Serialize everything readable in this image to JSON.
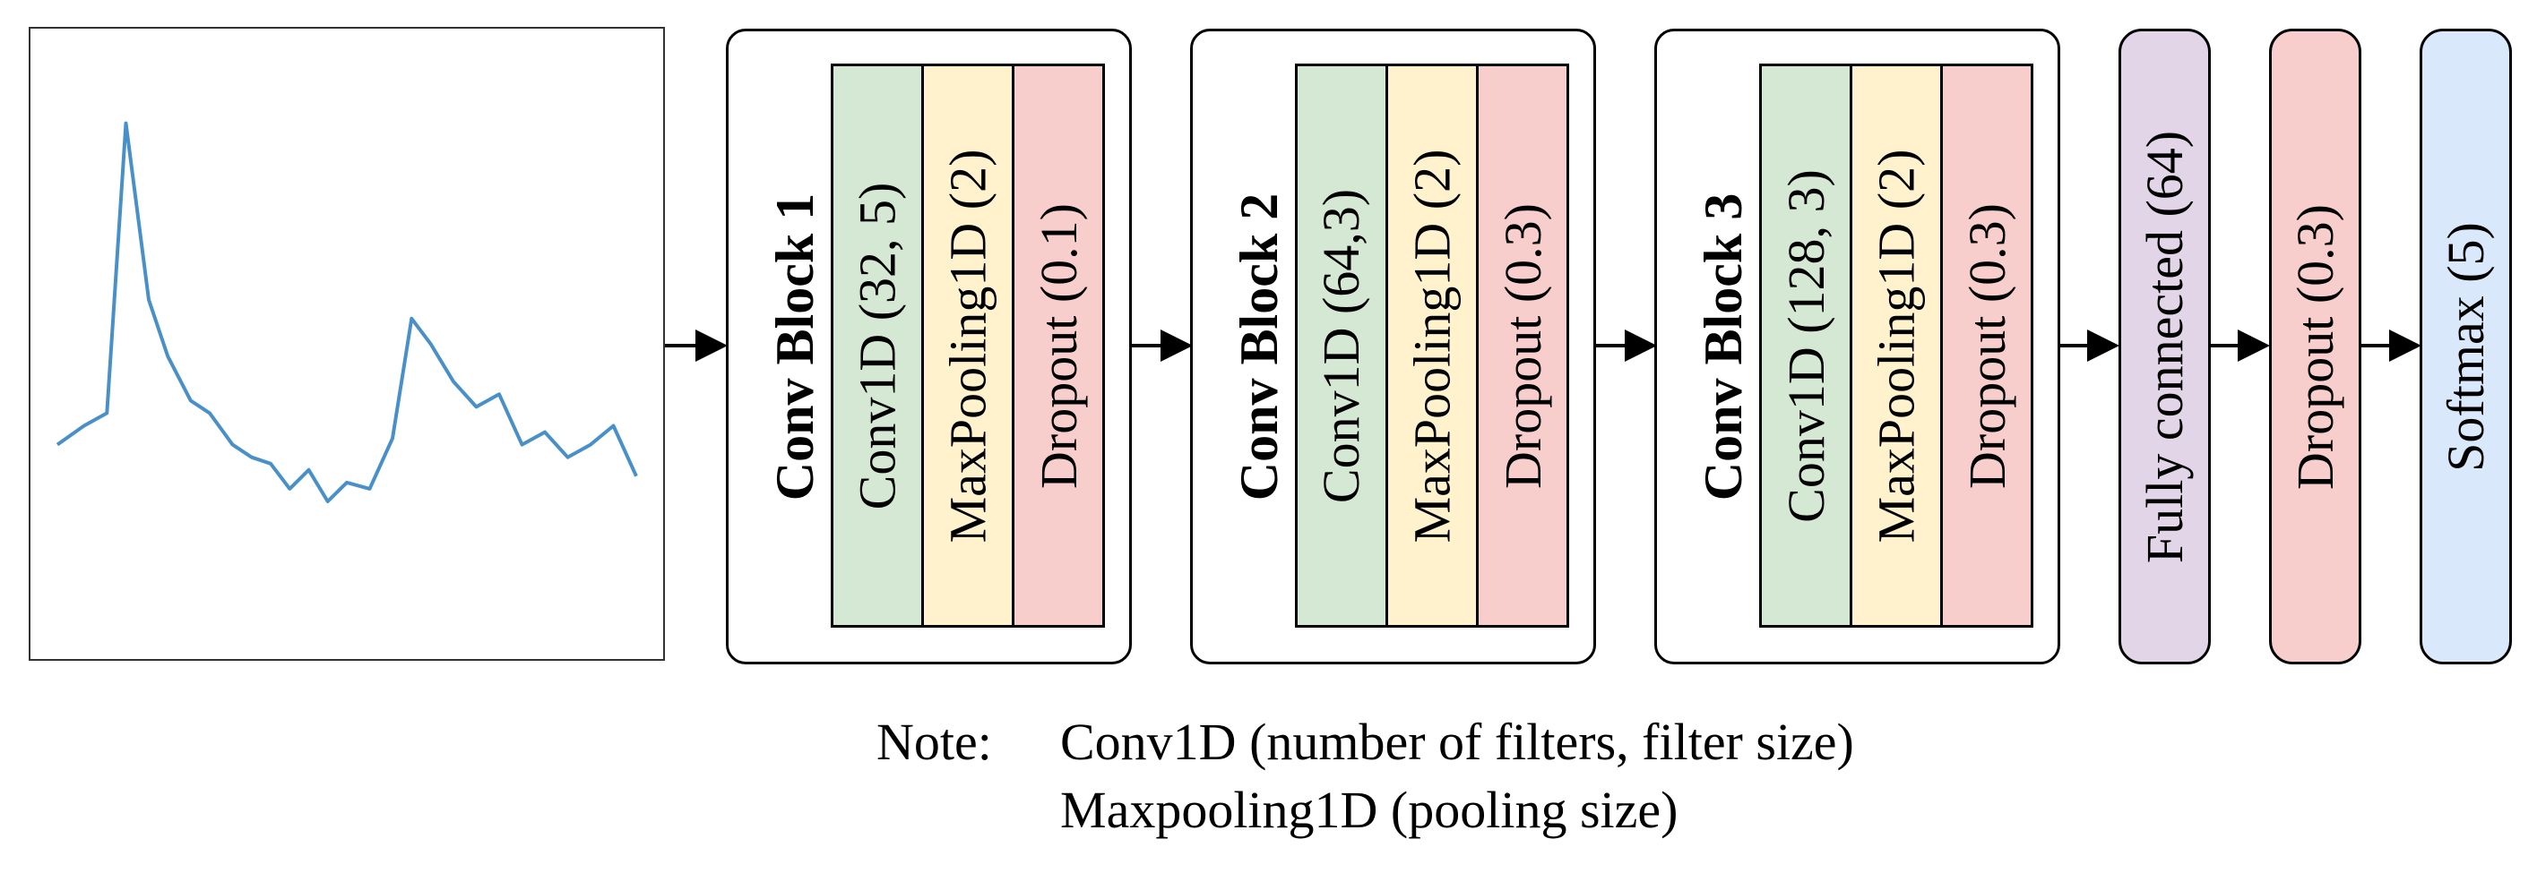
{
  "input_signal": {
    "line_color": "#4a90c8",
    "points": [
      [
        0.0,
        0.34
      ],
      [
        0.07,
        0.37
      ],
      [
        0.13,
        0.39
      ],
      [
        0.18,
        0.85
      ],
      [
        0.24,
        0.57
      ],
      [
        0.29,
        0.48
      ],
      [
        0.35,
        0.41
      ],
      [
        0.4,
        0.39
      ],
      [
        0.46,
        0.34
      ],
      [
        0.51,
        0.32
      ],
      [
        0.56,
        0.31
      ],
      [
        0.61,
        0.27
      ],
      [
        0.66,
        0.3
      ],
      [
        0.71,
        0.25
      ],
      [
        0.76,
        0.28
      ],
      [
        0.82,
        0.27
      ],
      [
        0.88,
        0.35
      ],
      [
        0.93,
        0.54
      ],
      [
        0.98,
        0.5
      ],
      [
        1.04,
        0.44
      ],
      [
        1.1,
        0.4
      ],
      [
        1.16,
        0.42
      ],
      [
        1.22,
        0.34
      ],
      [
        1.28,
        0.36
      ],
      [
        1.34,
        0.32
      ],
      [
        1.4,
        0.34
      ],
      [
        1.46,
        0.37
      ],
      [
        1.52,
        0.29
      ]
    ]
  },
  "blocks": [
    {
      "title": "Conv Block 1",
      "layers": [
        {
          "label": "Conv1D (32, 5)",
          "color": "#d5e8d4"
        },
        {
          "label": "MaxPooling1D (2)",
          "color": "#fff2cc"
        },
        {
          "label": "Dropout (0.1)",
          "color": "#f8cecc"
        }
      ]
    },
    {
      "title": "Conv Block 2",
      "layers": [
        {
          "label": "Conv1D (64,3)",
          "color": "#d5e8d4"
        },
        {
          "label": "MaxPooling1D (2)",
          "color": "#fff2cc"
        },
        {
          "label": "Dropout (0.3)",
          "color": "#f8cecc"
        }
      ]
    },
    {
      "title": "Conv Block 3",
      "layers": [
        {
          "label": "Conv1D (128, 3)",
          "color": "#d5e8d4"
        },
        {
          "label": "MaxPooling1D (2)",
          "color": "#fff2cc"
        },
        {
          "label": "Dropout (0.3)",
          "color": "#f8cecc"
        }
      ]
    }
  ],
  "dense_layers": [
    {
      "label": "Fully connected (64)",
      "color": "#e1d5e7"
    },
    {
      "label": "Dropout (0.3)",
      "color": "#f8cecc"
    },
    {
      "label": "Softmax (5)",
      "color": "#dae8fc"
    }
  ],
  "note": {
    "prefix": "Note:",
    "line1": "Conv1D (number of filters, filter size)",
    "line2": "Maxpooling1D (pooling size)"
  }
}
